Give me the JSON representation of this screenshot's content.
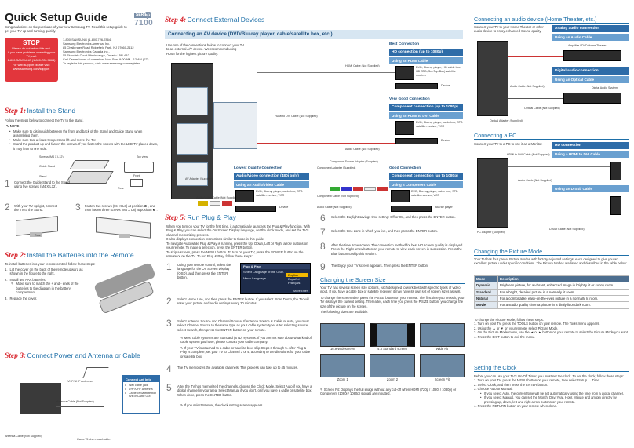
{
  "header": {
    "title": "Quick Setup Guide",
    "series": "SERIES",
    "series_num": "7",
    "model": "7100",
    "intro": "Congratulations on the purchase of your new Samsung TV. Read this setup guide to get your TV up and running quickly."
  },
  "stop": {
    "heading": "STOP",
    "lines": [
      "Please do not return this unit.",
      "If you have problems operating your TV, call:",
      "1-800-SAMSUNG (1-800-726-7864)",
      "For web support please visit:",
      "www.samsung.com/support"
    ]
  },
  "contact": {
    "lines": [
      "1-800-SAMSUNG (1-800-726-7864)",
      "Samsung Electronics America, Inc.",
      "85 Challenger Road Ridgefield Park, NJ 07660-2112",
      "Samsung Electronics Canada Inc.,",
      "55 Standish Court Mississauga, Ontario L5R 4B2",
      "Call Center hours of operation: Mon-Sun, 9:00 AM - 12 AM (ET)",
      "To register this product, visit: www.samsung.com/register"
    ]
  },
  "step1": {
    "num": "Step 1:",
    "title": "Install the Stand",
    "intro": "Follow the steps below to connect the TV to the stand.",
    "note_label": "NOTE",
    "notes": [
      "Make sure to distinguish between the front and back of the Stand and Guide Stand when assembling them.",
      "Make sure that at least two persons lift and move the TV.",
      "Stand the product up and fasten the screws. If you fasten the screws with the LED TV placed down, it may lean to one side."
    ],
    "callouts": [
      "Screws (M4 X L12)",
      "Guide Stand",
      "Stand",
      "Top view",
      "Front",
      "Rear",
      "Rear"
    ],
    "items": [
      {
        "n": "1",
        "text": "Connect the Guide Stand to the Stand using five screws (M4 X L12)."
      },
      {
        "n": "2",
        "text": "With your TV upright, connect the TV to the Stand."
      },
      {
        "n": "3",
        "text": "Fasten two screws (M4 X L8) at position ❶ , and then fasten three screws (M4 X L8) at position ❷ ."
      }
    ]
  },
  "step2": {
    "num": "Step 2:",
    "title": "Install the Batteries into the Remote",
    "intro": "To install batteries into your remote control, follow these steps:",
    "items": [
      {
        "n": "1.",
        "text": "Lift the cover on the back of the remote upward as shown in the figure to the right."
      },
      {
        "n": "2.",
        "text": "Install two AAA batteries."
      },
      {
        "n": "",
        "text": "Make sure to match the + and - ends of the batteries to the diagram in the battery compartment."
      },
      {
        "n": "3.",
        "text": "Replace the cover."
      }
    ]
  },
  "step3": {
    "num": "Step 3:",
    "title": "Connect Power and Antenna or Cable",
    "labels": [
      "VHF/UHF Antenna",
      "Antenna Cable (Not Supplied)",
      "Use a 75 ohm round cable.",
      "ANT IN"
    ],
    "box_title": "Connect Ant In to",
    "box_items": [
      "Wall cable jack",
      "VHF/UHF Antenna",
      "Cable or Satellite box Ant or Cable Out"
    ]
  },
  "step4": {
    "num": "Step 4:",
    "title": "Connect External Devices",
    "sub": "Connecting an AV device (DVD/Blu-ray player, cable/satellite box, etc.)",
    "intro": "Use one of the connections below to connect your TV to an external A/V device. We recommend using HDMI for the highest picture quality.",
    "best": {
      "label": "Best Connection",
      "bar": "HD connection (up to 1080p)",
      "cable": "Using an HDMI Cable",
      "cable_label": "HDMI Cable (Not Supplied)",
      "desc": "DVD, Blu-ray player, HD cable box, HD STB (Set-Top-Box) satellite receiver",
      "device": "Device"
    },
    "very_good": {
      "label": "Very Good Connection",
      "bar": "Component connection (up to 1080p)",
      "cable": "Using an HDMI to DVI Cable",
      "cable_label": "HDMI to DVI Cable (Not Supplied)",
      "audio_label": "Audio Cable (Not Supplied)",
      "desc": "DVD, Blu-ray player, cable box, STB satellite receiver, VCR",
      "device": "Device"
    },
    "lowest": {
      "label": "Lowest Quality Connection",
      "bar": "Audio/Video connection (480i only)",
      "cable": "Using an Audio/Video Cable",
      "av_label": "AV Adapter (Supplied)",
      "cable_label": "Audio/Video Cable (Not Supplied)",
      "desc": "DVD, Blu-ray player, cable box, STB satellite receiver, VCR",
      "device": "Device"
    },
    "good": {
      "label": "Good Connection",
      "bar": "Component connection (up to 1080p)",
      "cable": "Using a Component Cable",
      "adapter_label": "Component Adapter (Supplied)",
      "cable_label": "Component Cable (Not Supplied)",
      "audio_label": "Audio Cable (Not Supplied)",
      "desc": "DVD, Blu-ray player, cable box, STB satellite receiver, VCR",
      "device": "Blu-ray player"
    },
    "comp_source": "Component Source Adapter (Supplied)"
  },
  "step5": {
    "num": "Step 5:",
    "title": "Run Plug & Play",
    "intro": [
      "When you turn on your TV for the first time, it automatically launches the Plug & Play function. With Plug & Play, you can select the On Screen Display language, set the clock mode, and set the TV's channel memorizing process.",
      "It also displays connection instructions similar to those in this guide.",
      "To navigate Auto while Plug & Play is running, press the Up, Down, Left or Right arrow buttons on your remote. To make a selection, press the ENTER button.",
      "To skip a screen, press the MENU button. To turn on your TV, press the POWER button on the remote or on the TV. To run Plug & Play, follow these steps:"
    ],
    "osd": {
      "title": "Plug & Play",
      "row1": "Select Language of the OSD.",
      "row2": "Menu Language",
      "opts": [
        "English",
        "Español",
        "Français"
      ],
      "footer": "Move   Enter"
    },
    "items": [
      {
        "n": "1",
        "text": "Using your remote control, select the language for the On Screen Display (OSD), and then press the ENTER button."
      },
      {
        "n": "2",
        "text": "Select Home Use, and then press the ENTER button. If you select Store Demo, the TV will reset your picture and audio settings every 30 minutes."
      },
      {
        "n": "3",
        "text": "Select Antenna Source and Channel Source. If Antenna Source is Cable or Auto, you must select Channel Source to the same type as your cable system type. After selecting source, select Search, then press the ENTER button on your remote."
      },
      {
        "n": "",
        "text": "Most cable systems are Standard (STD) systems. If you are not sure about what kind of cable system you have, please contact your cable company."
      },
      {
        "n": "",
        "text": "If your TV is attached to a cable or satellite box, skip Steps 3 through 5. After Plug & Play is complete, set your TV to Channel 3 or 4, according to the directions for your cable or satellite box."
      },
      {
        "n": "4",
        "text": "The TV memorizes the available channels. This process can take up to 45 minutes."
      },
      {
        "n": "5",
        "text": "After the TV has memorized the channels, choose the Clock Mode. Select Auto if you have a digital channel in your area. Select Manual if you don't, or if you have a cable or satellite box. When done, press the ENTER button."
      },
      {
        "n": "",
        "text": "If you select Manual, the clock setting screen appears."
      },
      {
        "n": "6",
        "text": "Select the Daylight savings time setting: Off or On, and then press the ENTER button."
      },
      {
        "n": "7",
        "text": "Select the time zone in which you live, and then press the ENTER button."
      },
      {
        "n": "8",
        "text": "After the time zone screen, The connection method for best HD screen quality is displayed. Press the Right arrow button on your remote to view each screen in succession. Press the Blue button to skip this section."
      },
      {
        "n": "9",
        "text": "The Enjoy your TV screen appears. Then press the ENTER button."
      }
    ]
  },
  "screen_size": {
    "title": "Changing the Screen Size",
    "text": [
      "Your TV has several screen size options, each designed to work best with specific types of video input. If you have a cable box or satellite receiver, it may have its own set of screen sizes as well.",
      "To change the screen size, press the P.SIZE button on your remote. The first time you press it, your TV displays the current setting. Thereafter, each time you press the P.SIZE button, you change the size of the picture on the screen.",
      "The following sizes are available:"
    ],
    "sizes": [
      "16:9 Widescreen",
      "4:3 Standard screen",
      "Wide Fit",
      "Zoom 1",
      "Zoom 2",
      "Screen Fit"
    ],
    "note": "Screen Fit: Displays the full image without any cut-off when HDMI (720p / 1080i / 1080p) or Component (1080i / 1080p) signals are inputted."
  },
  "audio": {
    "title": "Connecting an audio device (Home Theater, etc.)",
    "text": "Connect your TV to your Home Theater or other audio device to enjoy enhanced Sound quality.",
    "analog": "Analog audio connection",
    "analog_cable": "Using an Audio Cable",
    "amp_label": "Amplifier / DVD Home Theater",
    "audio_cable_label": "Audio Cable (Not Supplied)",
    "digital": "Digital audio connection",
    "digital_cable": "Using an Optical Cable",
    "digital_sys": "Digital Audio System",
    "optical_label": "Optical Cable (Not Supplied)",
    "optical_adapter": "Optical Adapter (Supplied)"
  },
  "pc": {
    "title": "Connecting a PC",
    "text": "Connect your TV to a PC to use it as a Monitor.",
    "hd": "HD connection",
    "hd_cable": "Using a HDMI to DVI Cable",
    "hdmi_dvi_label": "HDMI to DVI Cable (Not Supplied)",
    "audio_label": "Audio Cable (Not Supplied)",
    "dsub": "Using an D-Sub Cable",
    "pc_adapter": "PC Adapter (Supplied)",
    "dsub_label": "D-Sub Cable (Not Supplied)"
  },
  "picture": {
    "title": "Changing the Picture Mode",
    "text": "Your TV has four preset Picture Modes with factory adjusted settings, each designed to give you an excellent picture under specific conditions. The Picture Modes are listed and described in the table below:",
    "head": [
      "Mode",
      "Description"
    ],
    "rows": [
      [
        "Dynamic",
        "Brightens picture, for a vibrant, enhanced image in brightly lit or sunny room."
      ],
      [
        "Standard",
        "For a bright, detailed picture in a normally lit room."
      ],
      [
        "Natural",
        "For a comfortable, easy-on-the-eyes picture in a normally lit room."
      ],
      [
        "Movie",
        "For a studio quality cinema picture in a dimly lit or dark room."
      ]
    ],
    "steps_intro": "To change the Picture Mode, follow these steps:",
    "steps": [
      "1.  Turn on your TV, press the TOOLS button on your remote. The Tools menu appears.",
      "2.  Using the ▲ or ▼ on your remote, select Picture Mode.",
      "3.  On the Picture Mode menu, use the ◄ or ► button on your remote to select the Picture Mode you want.",
      "4.  Press the EXIT button to exit the menu."
    ]
  },
  "clock": {
    "title": "Setting the Clock",
    "text": "Before you can use your TV's On/Off Timer, you must set the clock. To set the clock, follow these steps:",
    "steps": [
      "1.  Turn on your TV, press the MENU button on your remote, then select Setup → Time.",
      "2.  Select Clock, and then press the ENTER button.",
      "3.  Choose Auto or Manual."
    ],
    "bullets": [
      "If you select Auto, the current time will be set automatically using the time from a digital channel.",
      "If you select Manual, you can set the Month, Day, Year, Hour, Minute and am/pm directly by pressing up, down, left and right arrow buttons on your remote."
    ],
    "last": "4.  Press the RETURN button on your remote when done."
  }
}
